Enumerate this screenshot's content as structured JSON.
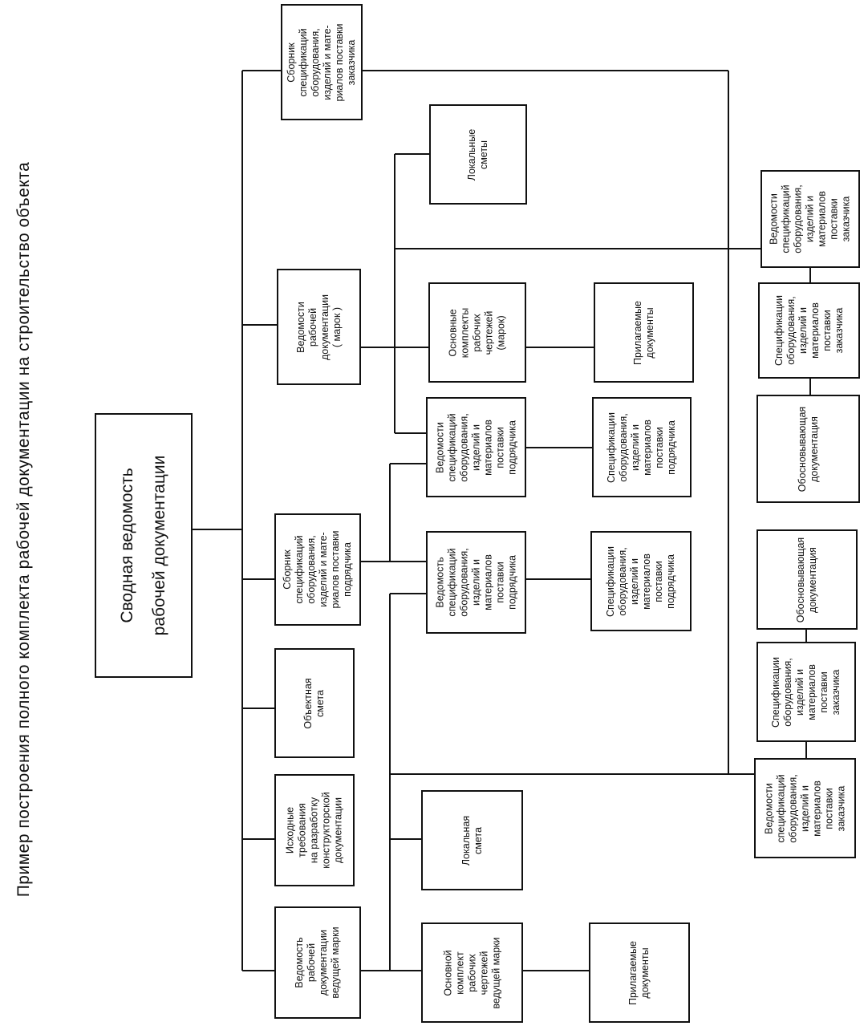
{
  "title": "Пример построения полного комплекта рабочей документации на строительство объекта",
  "boxes": {
    "root": "Сводная ведомость\nрабочей документации",
    "zakaz_col_top": "Сборник\nспецификаций\nоборудования,\nизделий и мате-\nриалов поставки\nзаказчика",
    "ved_rab_doc_marok": "Ведомости\nрабочей\nдокументации\n( марок )",
    "sbornik_podr": "Сборник\nспецификаций\nоборудования,\nизделий и мате-\nриалов поставки\nподрядчика",
    "obektnaya_smeta": "Объектная\nсмета",
    "ishodnye_treb": "Исходные\nтребования\nна разработку\nконструкторской\nдокументации",
    "ved_rab_doc_ved_marki": "Ведомость\nрабочей\nдокументации\nведущей марки",
    "lokalnye_smety": "Локальные\nсметы",
    "osn_kompl_marok": "Основные\nкомплекты\nрабочих\nчертежей\n(марок)",
    "ved_spec_podr_1": "Ведомости\nспецификаций\nоборудования,\nизделий и\nматериалов\nпоставки\nподрядчика",
    "ved_spec_podr_2": "Ведомость\nспецификаций\nоборудования,\nизделий и\nматериалов\nпоставки\nподрядчика",
    "lokalnaya_smeta": "Локальная\nсмета",
    "osn_kompl_ved_marki": "Основной\nкомплект\nрабочих\nчертежей\nведущей марки",
    "prilag_doc_1": "Прилагаемые\nдокументы",
    "spec_podr_1": "Спецификации\nоборудования,\nизделий и\nматериалов\nпоставки\nподрядчика",
    "spec_podr_2": "Спецификации\nоборудования,\nизделий и\nматериалов\nпоставки\nподрядчика",
    "prilag_doc_2": "Прилагаемые\nдокументы",
    "ved_spec_zak_1": "Ведомости\nспецификаций\nоборудования,\nизделий и\nматериалов\nпоставки\nзаказчика",
    "spec_zak_1": "Спецификации\nоборудования,\nизделий и\nматериалов\nпоставки\nзаказчика",
    "obosn_doc_1": "Обосновывающая\nдокументация",
    "obosn_doc_2": "Обосновывающая\nдокументация",
    "spec_zak_2": "Спецификации\nоборудования,\nизделий и\nматериалов\nпоставки\nзаказчика",
    "ved_spec_zak_2": "Ведомости\nспецификаций\nоборудования,\nизделий и\nматериалов\nпоставки\nзаказчика"
  }
}
